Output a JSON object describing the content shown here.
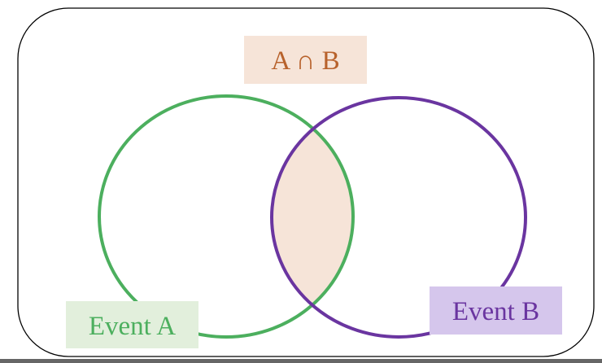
{
  "labels": {
    "intersection": "A ∩ B",
    "event_a": "Event A",
    "event_b": "Event B"
  },
  "colors": {
    "event_a": "#4caf5e",
    "event_a_bg": "#e2efdc",
    "event_b": "#6a35a0",
    "event_b_bg": "#d5c6ec",
    "intersection_fill": "#f6e4d8",
    "intersection_text": "#b8622c"
  }
}
